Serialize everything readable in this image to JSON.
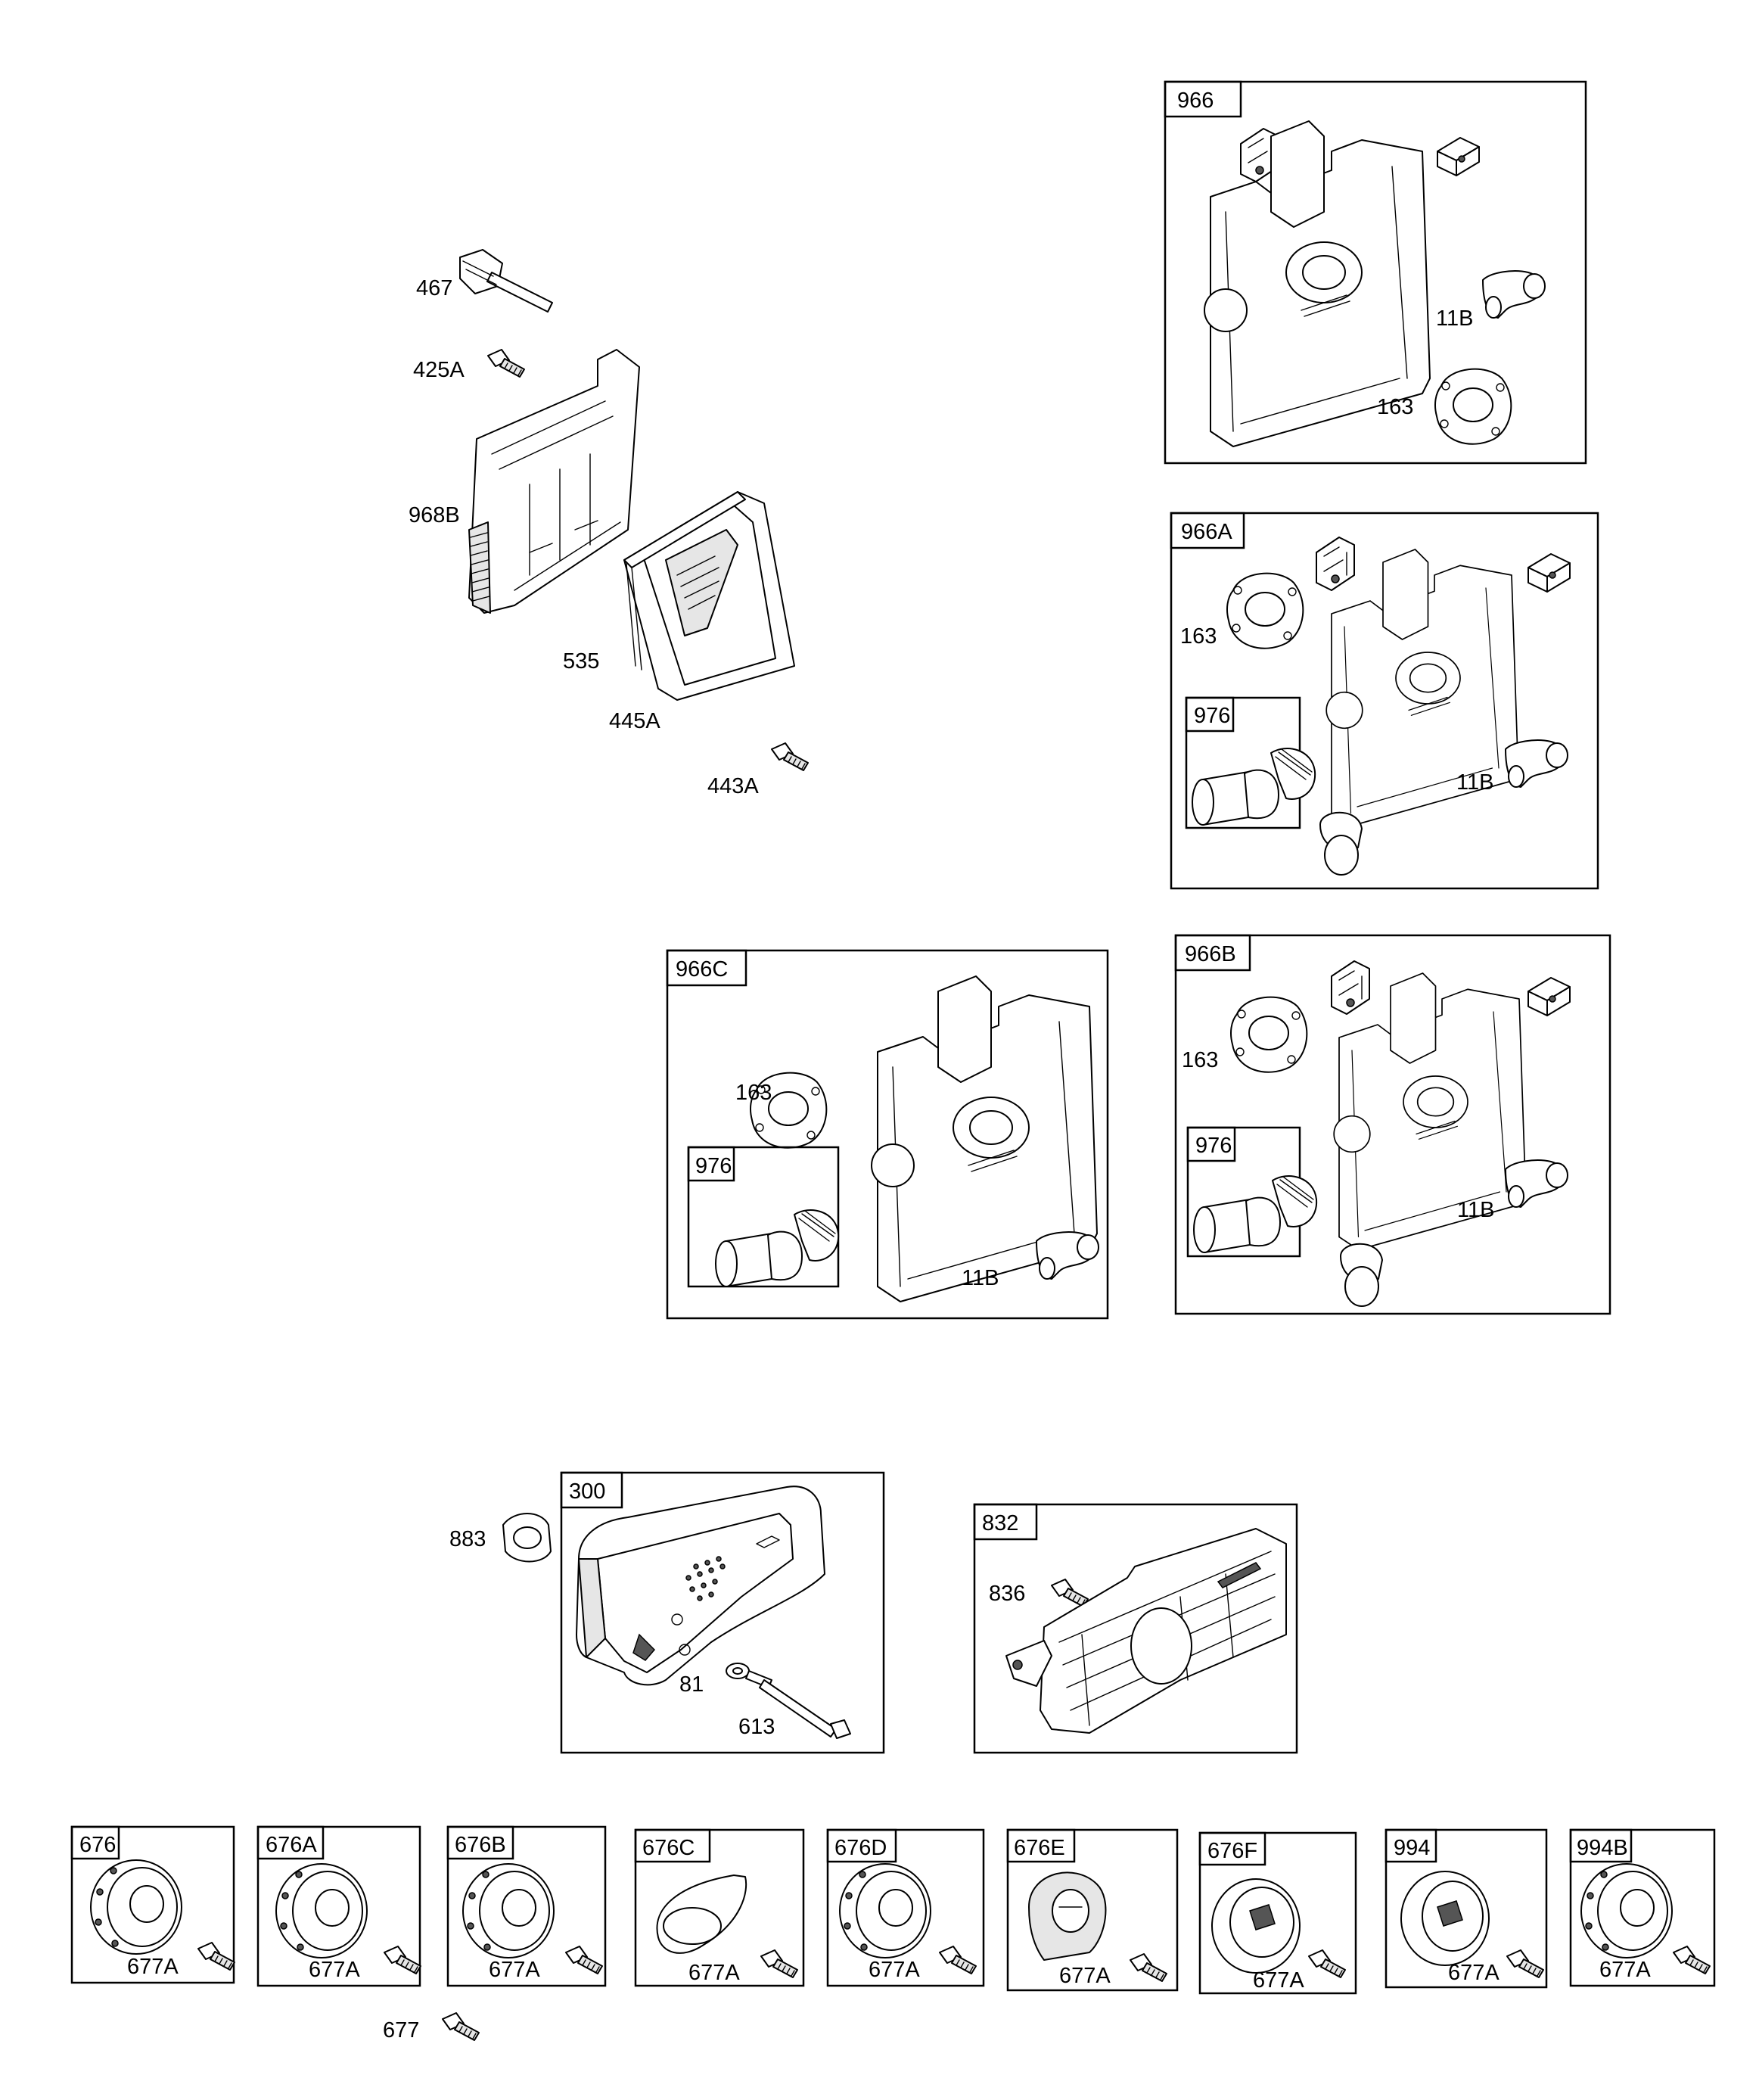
{
  "parts": {
    "air_cleaner": {
      "p467": "467",
      "p425A": "425A",
      "p968B": "968B",
      "p535": "535",
      "p445A": "445A",
      "p443A": "443A"
    },
    "kit966": {
      "tag": "966",
      "p11B": "11B",
      "p163": "163"
    },
    "kit966A": {
      "tag": "966A",
      "p163": "163",
      "sub976": "976",
      "p11B": "11B"
    },
    "kit966C": {
      "tag": "966C",
      "p163": "163",
      "sub976": "976",
      "p11B": "11B"
    },
    "kit966B": {
      "tag": "966B",
      "p163": "163",
      "sub976": "976",
      "p11B": "11B"
    },
    "muffler": {
      "p883": "883",
      "tag": "300",
      "p81": "81",
      "p613": "613"
    },
    "guard": {
      "tag": "832",
      "p836": "836"
    },
    "deflectors": [
      {
        "tag": "676",
        "screw": "677A"
      },
      {
        "tag": "676A",
        "screw": "677A"
      },
      {
        "tag": "676B",
        "screw": "677A"
      },
      {
        "tag": "676C",
        "screw": "677A"
      },
      {
        "tag": "676D",
        "screw": "677A"
      },
      {
        "tag": "676E",
        "screw": "677A"
      },
      {
        "tag": "676F",
        "screw": "677A"
      },
      {
        "tag": "994",
        "screw": "677A"
      },
      {
        "tag": "994B",
        "screw": "677A"
      }
    ],
    "loose_screw": "677"
  }
}
